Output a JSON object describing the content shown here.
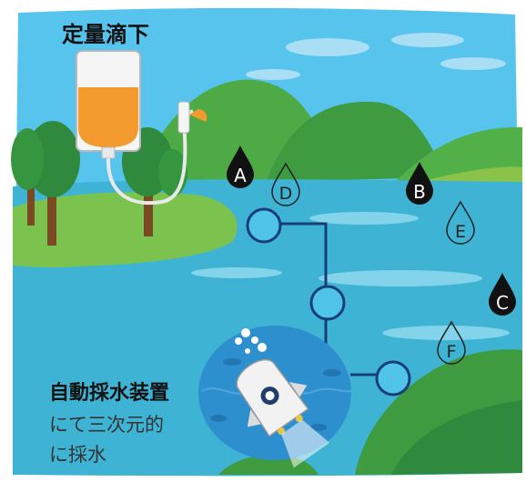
{
  "title": "定量滴下",
  "caption": {
    "bold": "自動採水装置",
    "line2": "にて三次元的",
    "line3": "に採水"
  },
  "markers": {
    "filled": [
      "A",
      "B",
      "C"
    ],
    "outline": [
      "D",
      "E",
      "F"
    ]
  },
  "colors": {
    "sky": "#57c4ee",
    "lake": "#3fb3d4",
    "hill": "#4daa45",
    "tree": "#2f8a3e",
    "trunk": "#7a4a22",
    "pipe": "#163f78",
    "drop": "#111111",
    "bag_liquid": "#f29a2e"
  }
}
